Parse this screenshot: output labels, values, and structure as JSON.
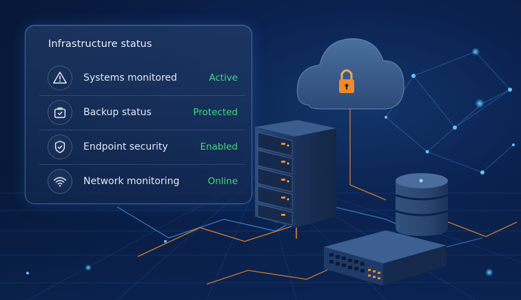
{
  "panel": {
    "title": "Infrastructure status",
    "rows": [
      {
        "label": "Systems monitored",
        "status": "Active",
        "icon": "warning-icon"
      },
      {
        "label": "Backup status",
        "status": "Protected",
        "icon": "backup-icon"
      },
      {
        "label": "Endpoint security",
        "status": "Enabled",
        "icon": "shield-check-icon"
      },
      {
        "label": "Network monitoring",
        "status": "Online",
        "icon": "wifi-icon"
      }
    ]
  },
  "colors": {
    "background": "#081a3e",
    "status_ok": "#3fdc7f",
    "accent_orange": "#f08a2c",
    "node_glow": "#39b6ff"
  }
}
